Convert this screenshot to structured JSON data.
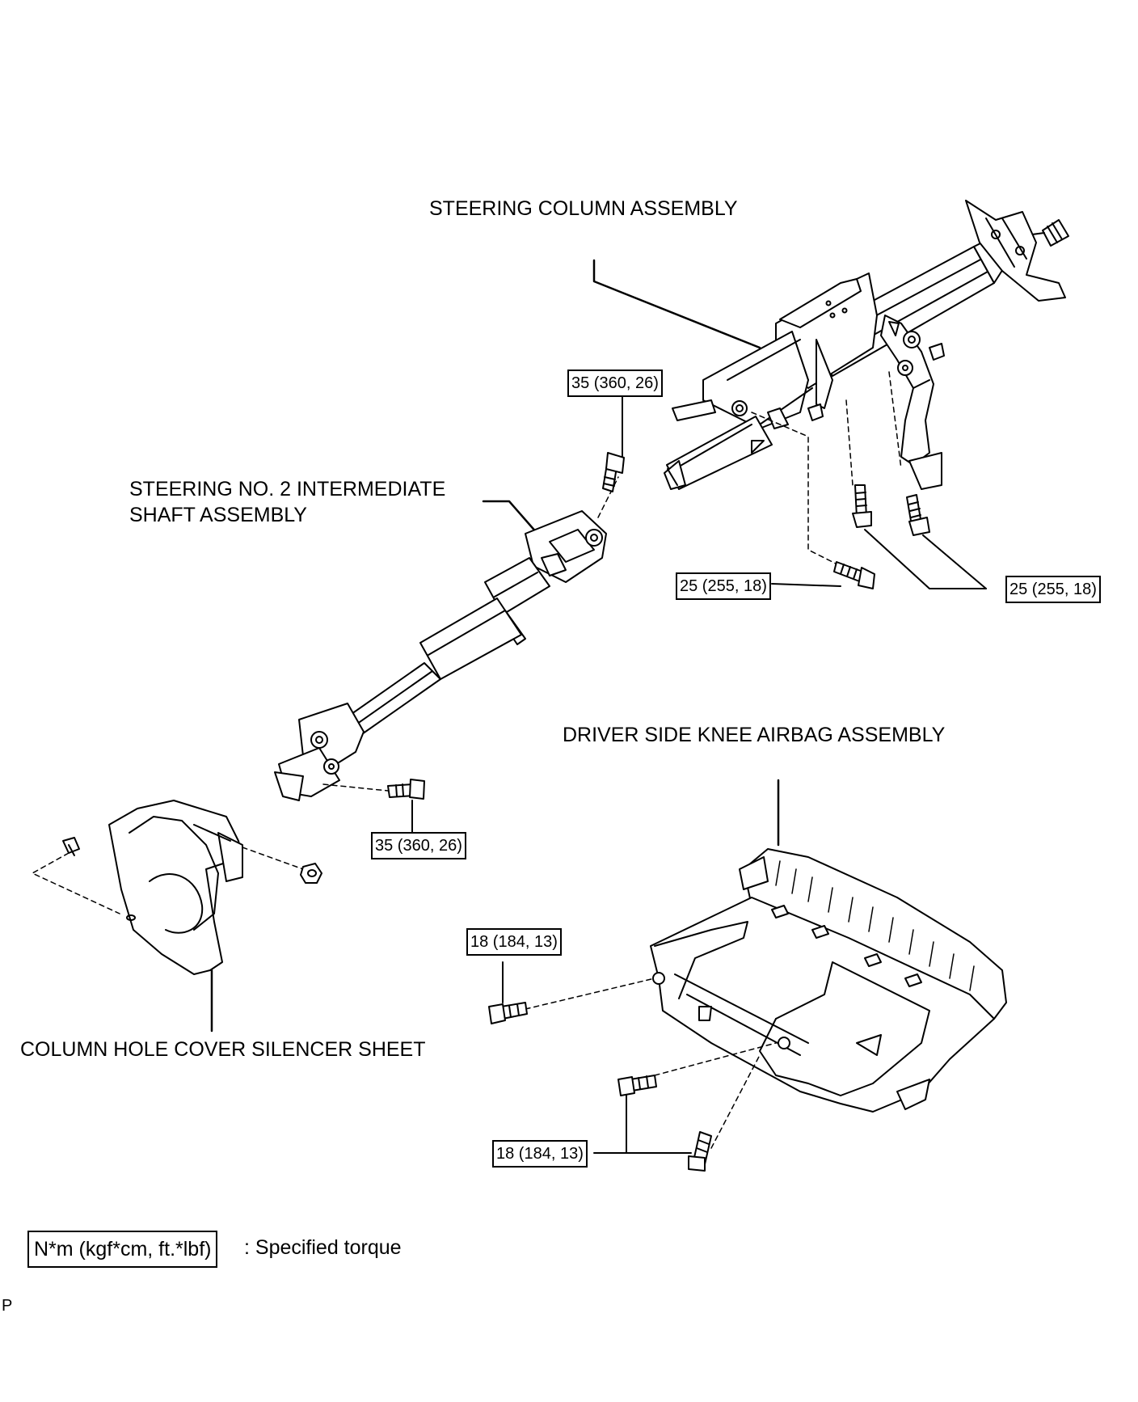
{
  "labels": {
    "steering_column": "STEERING COLUMN ASSEMBLY",
    "intermediate_shaft_line1": "STEERING NO. 2 INTERMEDIATE",
    "intermediate_shaft_line2": "SHAFT ASSEMBLY",
    "knee_airbag": "DRIVER SIDE KNEE AIRBAG ASSEMBLY",
    "silencer_sheet": "COLUMN HOLE COVER SILENCER SHEET"
  },
  "torques": {
    "column_upper_bolt": "35 (360, 26)",
    "shaft_lower_bolt": "35 (360, 26)",
    "column_bolt_left": "25 (255, 18)",
    "column_bolts_right": "25 (255, 18)",
    "airbag_bolt_upper": "18 (184, 13)",
    "airbag_bolts_lower": "18 (184, 13)"
  },
  "legend": {
    "unit_box": "N*m (kgf*cm, ft.*lbf)",
    "description": ": Specified torque"
  },
  "corner_code": "P"
}
